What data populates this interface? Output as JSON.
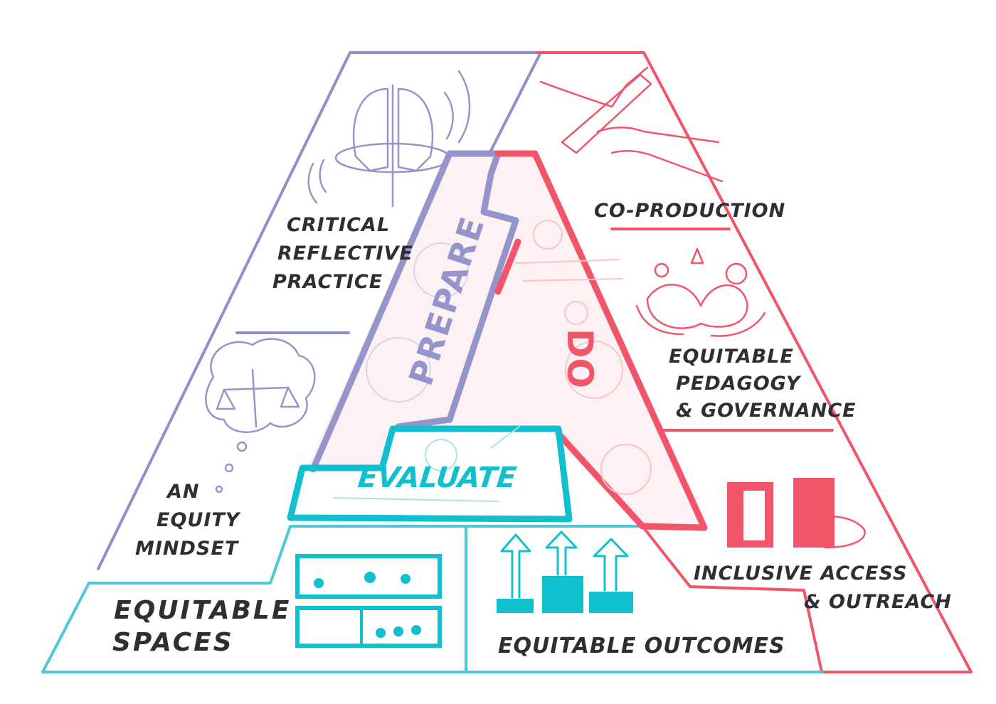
{
  "labels": {
    "critical_reflective_practice": [
      "CRITICAL",
      "REFLECTIVE",
      "PRACTICE"
    ],
    "equity_mindset": [
      "AN",
      "EQUITY",
      "MINDSET"
    ],
    "co_production": "CO-PRODUCTION",
    "equitable_pedagogy": [
      "EQUITABLE",
      "PEDAGOGY",
      "& GOVERNANCE"
    ],
    "inclusive_access": [
      "INCLUSIVE ACCESS",
      "& OUTREACH"
    ],
    "equitable_spaces": [
      "EQUITABLE",
      "SPACES"
    ],
    "equitable_outcomes": "EQUITABLE OUTCOMES",
    "prepare": "PREPARE",
    "do": "DO",
    "evaluate": "EVALUATE"
  },
  "colors": {
    "purple": "#8f8fcc",
    "purple_light": "#c9c9e6",
    "red": "#f2556a",
    "red_light": "#f9b9c1",
    "teal": "#10c0cf",
    "teal_light": "#a6e4ea",
    "ink": "#2e2e34"
  },
  "icons": [
    "reflective-heads-icon",
    "scales-of-justice-thought-icon",
    "handshake-baton-icon",
    "community-hands-icon",
    "open-door-icon",
    "rising-arrows-icon",
    "classroom-panels-icon"
  ]
}
